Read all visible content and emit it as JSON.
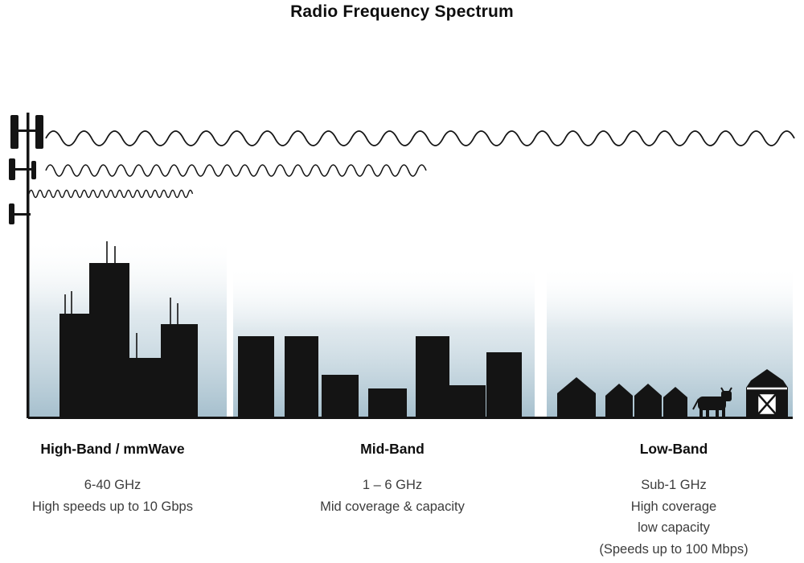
{
  "title": "Radio Frequency Spectrum",
  "bands": [
    {
      "name": "High-Band / mmWave",
      "lines": [
        "6-40 GHz",
        "High speeds up to 10 Gbps"
      ]
    },
    {
      "name": "Mid-Band",
      "lines": [
        "1 – 6 GHz",
        "Mid coverage & capacity"
      ]
    },
    {
      "name": "Low-Band",
      "lines": [
        "Sub-1 GHz",
        "High coverage",
        "low capacity",
        "(Speeds up to 100 Mbps)"
      ]
    }
  ],
  "icons": {
    "tower": "cell-tower-icon",
    "waves": [
      "high-band-wave",
      "mid-band-wave",
      "low-band-wave"
    ],
    "scenes": [
      "city-skyline",
      "midsize-buildings",
      "rural-houses-cow-barn"
    ]
  },
  "colors": {
    "silhouette": "#141414",
    "sky_bottom": "#a5bfcd",
    "sky_mid": "#ccdbe3",
    "text_primary": "#0e0e0e",
    "text_secondary": "#3c3c3c"
  }
}
